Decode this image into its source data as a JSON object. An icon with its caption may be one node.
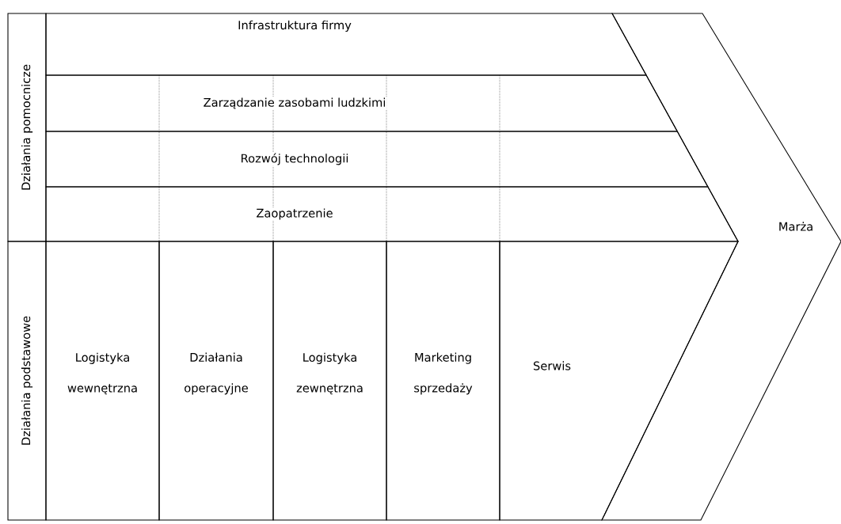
{
  "diagram": {
    "nodes": [
      {
        "text": [
          "Działania pomocnicze"
        ]
      },
      {
        "text": [
          "Infrastruktura firmy"
        ]
      },
      {
        "text": [
          "Zarządzanie zasobami ludzkimi"
        ]
      },
      {
        "text": [
          "Rozwój technologii"
        ]
      },
      {
        "text": [
          "Zaopatrzenie"
        ]
      },
      {
        "text": [
          "Działania podstawowe"
        ]
      },
      {
        "text": [
          "Logistyka wewnętrzna"
        ]
      },
      {
        "text": [
          "Działania operacyjne"
        ]
      },
      {
        "text": [
          "Logistyka zewnętrzna"
        ]
      },
      {
        "text": [
          "Marketing sprzedaży"
        ]
      },
      {
        "text": [
          "Serwis"
        ]
      },
      {
        "text": [
          "Marża"
        ]
      }
    ]
  }
}
